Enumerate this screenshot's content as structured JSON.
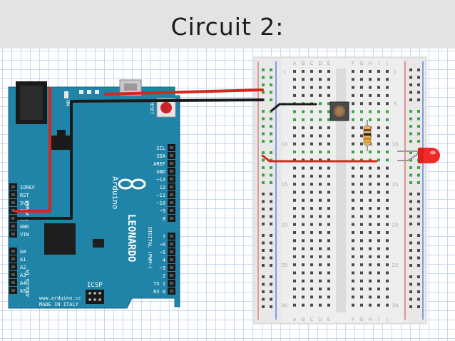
{
  "slide": {
    "title": "Circuit 2:"
  },
  "arduino": {
    "brand": "Arduino",
    "model": "LEONARDO",
    "website": "www.arduino.cc",
    "made_in": "MADE IN ITALY",
    "icsp_label": "ICSP",
    "reset_label": "RESET",
    "on_label": "ON",
    "power_header": "POWER",
    "analog_header": "ANALOG IN",
    "digital_header": "DIGITAL (PWM~)",
    "left_pins": [
      "IOREF",
      "RST",
      "3V3",
      "5V",
      "GND",
      "GND",
      "VIN",
      "A0",
      "A1",
      "A2",
      "A3",
      "A4",
      "A5"
    ],
    "right_pins_top": [
      "SCL",
      "SDA",
      "AREF",
      "GND",
      "~13",
      "12",
      "~11",
      "~10",
      "~9",
      "8"
    ],
    "right_pins_bottom": [
      "7",
      "~6",
      "~5",
      "4",
      "~3",
      "2",
      "TX 1",
      "RX 0"
    ]
  },
  "breadboard": {
    "column_letters_left": [
      "A",
      "B",
      "C",
      "D",
      "E"
    ],
    "column_letters_right": [
      "F",
      "G",
      "H",
      "I",
      "J"
    ],
    "row_numbers": [
      "1",
      "5",
      "10",
      "15",
      "20",
      "25",
      "30"
    ]
  },
  "colors": {
    "board": "#1f84a8",
    "breadboard": "#e8e8e8",
    "wire_red": "#d8261c",
    "wire_black": "#1a1a1a",
    "led": "#ee2222",
    "hole_active": "#3aa542"
  }
}
